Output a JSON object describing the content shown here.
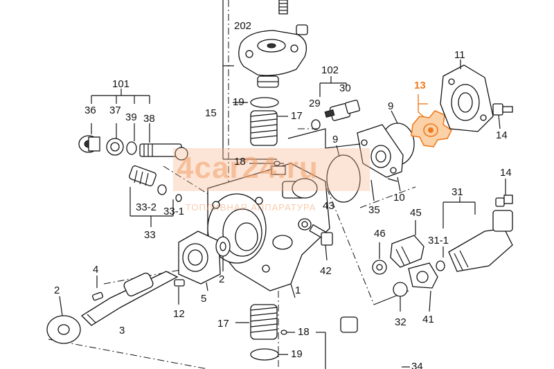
{
  "watermark": {
    "main": "4car24.ru",
    "sub": "ТОПЛИВНАЯ АППАРАТУРА"
  },
  "colors": {
    "line": "#111111",
    "highlight": "#f07a1c",
    "watermark": "#f4a06a"
  },
  "labels": {
    "l202": "202",
    "l101": "101",
    "l36": "36",
    "l37": "37",
    "l39": "39",
    "l38": "38",
    "l19a": "19",
    "l17a": "17",
    "l15": "15",
    "l18a": "18",
    "l102": "102",
    "l29": "29",
    "l30": "30",
    "l9a": "9",
    "l9b": "9",
    "l13": "13",
    "l11": "11",
    "l14a": "14",
    "l14b": "14",
    "l10": "10",
    "l35": "35",
    "l31": "31",
    "l31_1": "31-1",
    "l43": "43",
    "l45": "45",
    "l46": "46",
    "l42": "42",
    "l33_2": "33-2",
    "l33_1": "33-1",
    "l33": "33",
    "l4": "4",
    "l2a": "2",
    "l2b": "2",
    "l3": "3",
    "l12": "12",
    "l5": "5",
    "l1": "1",
    "l17b": "17",
    "l18b": "18",
    "l19b": "19",
    "l32": "32",
    "l41": "41",
    "l34": "34"
  }
}
